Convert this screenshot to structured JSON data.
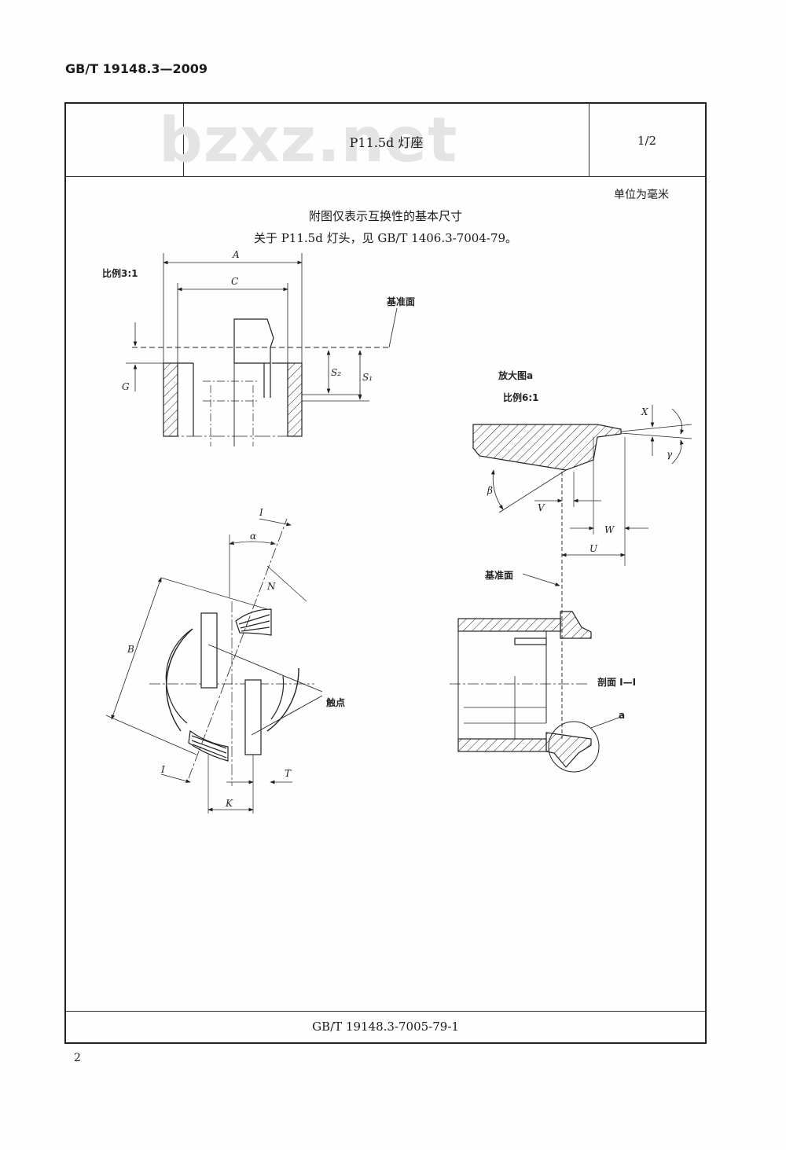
{
  "document": {
    "standard_id": "GB/T 19148.3—2009",
    "watermark": "bzxz.net",
    "sheet_title": "P11.5d 灯座",
    "sheet_fraction": "1/2",
    "unit_note": "单位为毫米",
    "caption_line1": "附图仅表示互换性的基本尺寸",
    "caption_line2": "关于 P11.5d 灯头，见 GB/T 1406.3-7004-79。",
    "footer_code": "GB/T 19148.3-7005-79-1",
    "page_number": "2"
  },
  "drawing": {
    "scale_main": "比例3:1",
    "datum_label": "基准面",
    "detail_title": "放大图a",
    "scale_detail": "比例6:1",
    "section_label": "剖面 I—I",
    "contacts_label": "触点",
    "detail_marker": "a",
    "dims": {
      "A": "A",
      "C": "C",
      "G": "G",
      "S1": "S₁",
      "S2": "S₂",
      "B": "B",
      "K": "K",
      "T": "T",
      "N": "N",
      "I1": "I",
      "I2": "I",
      "alpha": "α",
      "beta": "β",
      "gamma": "γ",
      "X": "X",
      "V": "V",
      "W": "W",
      "U": "U"
    }
  }
}
